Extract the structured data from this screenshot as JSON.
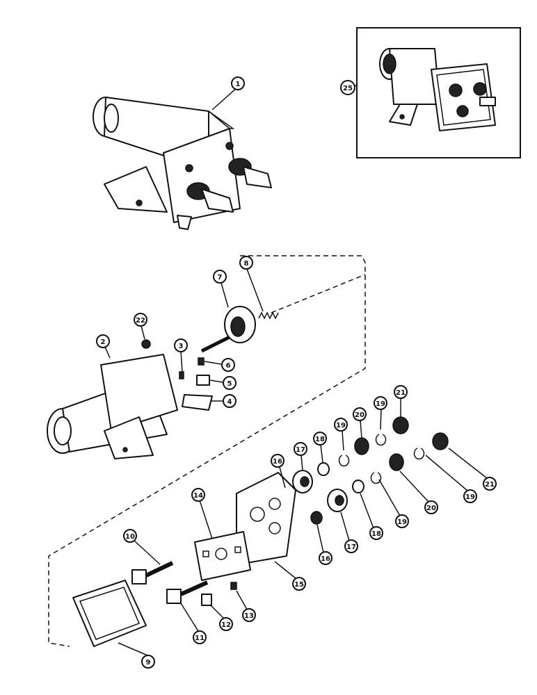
{
  "callouts": [
    {
      "id": "c1",
      "label": "1"
    },
    {
      "id": "c2",
      "label": "2"
    },
    {
      "id": "c3",
      "label": "3"
    },
    {
      "id": "c4",
      "label": "4"
    },
    {
      "id": "c5",
      "label": "5"
    },
    {
      "id": "c6",
      "label": "6"
    },
    {
      "id": "c7",
      "label": "7"
    },
    {
      "id": "c8",
      "label": "8"
    },
    {
      "id": "c9",
      "label": "9"
    },
    {
      "id": "c10",
      "label": "10"
    },
    {
      "id": "c11",
      "label": "11"
    },
    {
      "id": "c12",
      "label": "12"
    },
    {
      "id": "c13",
      "label": "13"
    },
    {
      "id": "c14",
      "label": "14"
    },
    {
      "id": "c15",
      "label": "15"
    },
    {
      "id": "c16a",
      "label": "16"
    },
    {
      "id": "c16b",
      "label": "16"
    },
    {
      "id": "c17a",
      "label": "17"
    },
    {
      "id": "c17b",
      "label": "17"
    },
    {
      "id": "c18a",
      "label": "18"
    },
    {
      "id": "c18b",
      "label": "18"
    },
    {
      "id": "c19a",
      "label": "19"
    },
    {
      "id": "c19b",
      "label": "19"
    },
    {
      "id": "c19c",
      "label": "19"
    },
    {
      "id": "c19d",
      "label": "19"
    },
    {
      "id": "c20a",
      "label": "20"
    },
    {
      "id": "c20b",
      "label": "20"
    },
    {
      "id": "c21a",
      "label": "21"
    },
    {
      "id": "c21b",
      "label": "21"
    },
    {
      "id": "c22",
      "label": "22"
    },
    {
      "id": "c25",
      "label": "25"
    }
  ]
}
